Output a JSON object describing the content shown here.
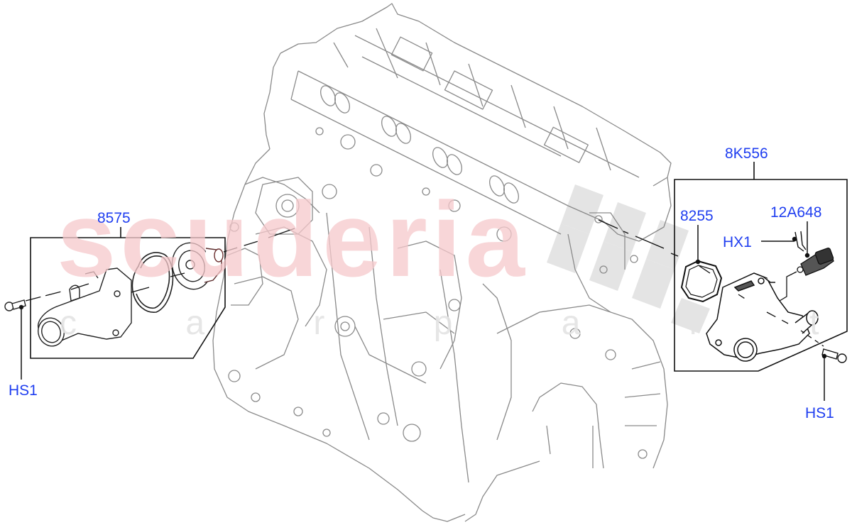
{
  "diagram": {
    "type": "exploded parts diagram",
    "subject": "engine block with thermostat housing and coolant outlet assembly",
    "line_color": "#8a8a8a",
    "callout_color": "#1f3ef0",
    "leader_color": "#000000"
  },
  "watermark": {
    "primary": "scuderia",
    "secondary": "c a r   p a r t s",
    "primary_color": "#f6c9cc",
    "secondary_color": "#e4e4e4"
  },
  "callouts": {
    "left_group": {
      "assembly": "8575",
      "bolt": "HS1",
      "components": [
        "thermostat housing",
        "gasket",
        "thermostat"
      ]
    },
    "right_group": {
      "assembly": "8K556",
      "gasket": "8255",
      "sensor": "12A648",
      "clip": "HX1",
      "bolt": "HS1",
      "components": [
        "coolant outlet housing",
        "gasket",
        "temperature sensor",
        "retaining clip"
      ]
    }
  }
}
